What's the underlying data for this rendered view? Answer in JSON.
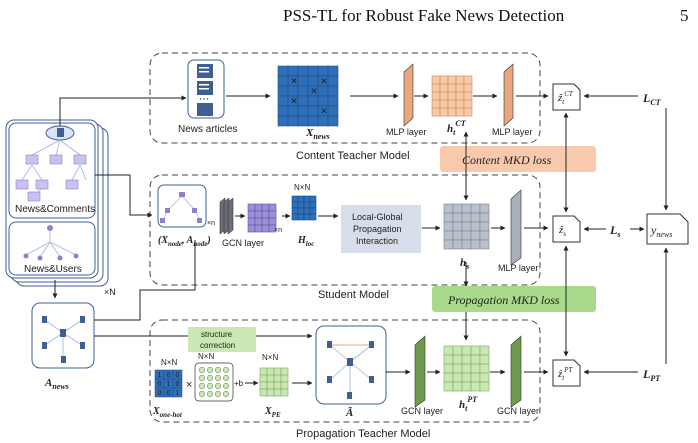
{
  "header": {
    "title": "PSS-TL for Robust Fake News Detection",
    "page_number": "5"
  },
  "panels": {
    "content_teacher": "Content Teacher Model",
    "student": "Student Model",
    "propagation_teacher": "Propagation Teacher Model"
  },
  "input_stack": {
    "news_comments": "News&Comments",
    "news_users": "News&Users",
    "times_n": "×N"
  },
  "content_branch": {
    "news_articles": "News articles",
    "x_news": "X",
    "x_news_sub": "news",
    "mlp1": "MLP layer",
    "h_ct": "h",
    "h_ct_sub": "t",
    "h_ct_sup": "CT",
    "mlp2": "MLP layer",
    "output": "ẑ",
    "output_sub": "t",
    "output_sup": "CT"
  },
  "student_branch": {
    "input_label": "(X",
    "input_label_sub": "node",
    "input_label_mid": ", A",
    "input_label_sub2": "node",
    "input_label_end": ")",
    "times_n": "×n",
    "gcn": "GCN layer",
    "times_n2": "×n",
    "nxn": "N×N",
    "h_loc": "H",
    "h_loc_sub": "loc",
    "lgpi": [
      "Local-Global",
      "Propagation",
      "Interaction"
    ],
    "h_s": "h",
    "h_s_sub": "s",
    "mlp": "MLP layer",
    "output": "ẑ",
    "output_sub": "s"
  },
  "propagation_branch": {
    "a_news": "A",
    "a_news_sub": "news",
    "structure_correction": [
      "structure",
      "correction"
    ],
    "nxn_a": "N×N",
    "nxn_b": "N×N",
    "nxn_c": "N×N",
    "times": "×",
    "plus_b": "+b",
    "x_one_hot": "X",
    "x_one_hot_sub": "one-hot",
    "x_pe": "X",
    "x_pe_sub": "PE",
    "a_tilde": "Ã",
    "gcn1": "GCN layer",
    "h_pt": "h",
    "h_pt_sub": "t",
    "h_pt_sup": "PT",
    "gcn2": "GCN layer",
    "output": "ẑ",
    "output_sub": "t",
    "output_sup": "PT"
  },
  "losses": {
    "content_mkd": "Content MKD loss",
    "propagation_mkd": "Propagation MKD loss",
    "l_ct": "L",
    "l_ct_sub": "CT",
    "l_s": "L",
    "l_s_sub": "s",
    "l_pt": "L",
    "l_pt_sub": "PT",
    "y_news": "y",
    "y_news_sub": "news"
  },
  "one_hot_digits": [
    "1",
    "0",
    "0",
    "0",
    "1",
    "0",
    "0",
    "0",
    "1"
  ],
  "colors": {
    "loss_orange": "#f9c9ad",
    "loss_green": "#a9d98a",
    "grid_blue": "#2f6fb8",
    "grid_orange": "#f7c9a7",
    "grid_green": "#c9e8b3",
    "grid_grey": "#b9c0cb",
    "grid_purple": "#9c8fd6",
    "layer_orange": "#e8a77e",
    "layer_green": "#6e9c4c",
    "layer_grey": "#a9b0ba",
    "icon_blue": "#3f5f93",
    "lgpi_fill": "#d8dee9"
  }
}
